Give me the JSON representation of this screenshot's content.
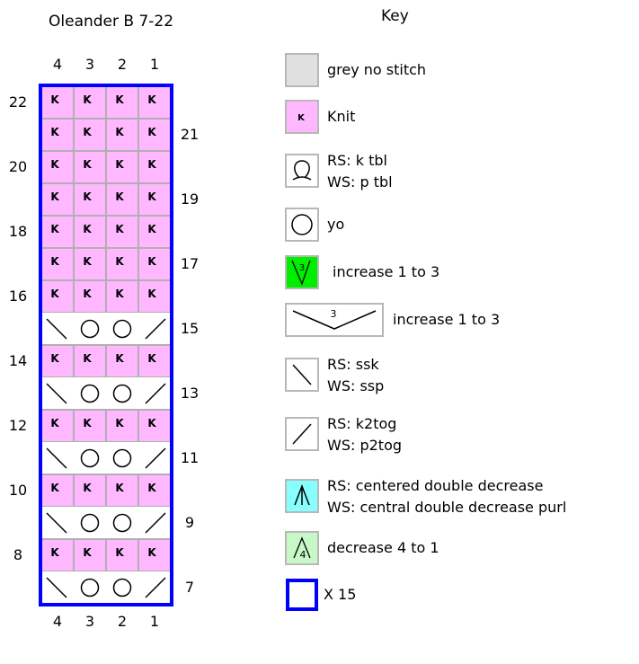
{
  "chart": {
    "title": "Oleander B 7-22",
    "columns": [
      "4",
      "3",
      "2",
      "1"
    ],
    "repeat_color": "#0000ff",
    "knit_color": "#ffb8ff",
    "grid_color": "#b0b0b0",
    "rows": [
      {
        "num": "22",
        "side": "left",
        "type": "knit"
      },
      {
        "num": "21",
        "side": "right",
        "type": "knit"
      },
      {
        "num": "20",
        "side": "left",
        "type": "knit"
      },
      {
        "num": "19",
        "side": "right",
        "type": "knit"
      },
      {
        "num": "18",
        "side": "left",
        "type": "knit"
      },
      {
        "num": "17",
        "side": "right",
        "type": "knit"
      },
      {
        "num": "16",
        "side": "left",
        "type": "knit"
      },
      {
        "num": "15",
        "side": "right",
        "type": "lace"
      },
      {
        "num": "14",
        "side": "left",
        "type": "knit"
      },
      {
        "num": "13",
        "side": "right",
        "type": "lace"
      },
      {
        "num": "12",
        "side": "left",
        "type": "knit"
      },
      {
        "num": "11",
        "side": "right",
        "type": "lace"
      },
      {
        "num": "10",
        "side": "left",
        "type": "knit"
      },
      {
        "num": "9",
        "side": "right",
        "type": "lace"
      },
      {
        "num": "8",
        "side": "left",
        "type": "knit"
      },
      {
        "num": "7",
        "side": "right",
        "type": "lace"
      }
    ],
    "knit_symbol": "K",
    "lace_stitches": [
      "ssk",
      "yo",
      "yo",
      "k2tog"
    ]
  },
  "key": {
    "title": "Key",
    "items": [
      {
        "symbol": "no-stitch",
        "color": "#e0e0e0",
        "lines": [
          "grey no stitch"
        ]
      },
      {
        "symbol": "knit",
        "color": "#ffb8ff",
        "glyph": "K",
        "lines": [
          "Knit"
        ]
      },
      {
        "symbol": "k-tbl",
        "color": "#ffffff",
        "lines": [
          "RS: k tbl",
          "WS: p tbl"
        ]
      },
      {
        "symbol": "yo",
        "color": "#ffffff",
        "lines": [
          "yo"
        ]
      },
      {
        "symbol": "inc-1-to-3",
        "color": "#00ee00",
        "glyph": "3",
        "lines": [
          "increase 1 to 3"
        ]
      },
      {
        "symbol": "inc-1-to-3-wide",
        "color": "#ffffff",
        "glyph": "3",
        "lines": [
          "increase 1 to 3"
        ]
      },
      {
        "symbol": "ssk",
        "color": "#ffffff",
        "lines": [
          "RS: ssk",
          "WS: ssp"
        ]
      },
      {
        "symbol": "k2tog",
        "color": "#ffffff",
        "lines": [
          "RS: k2tog",
          "WS: p2tog"
        ]
      },
      {
        "symbol": "cdd",
        "color": "#88ffff",
        "lines": [
          "RS: centered double decrease",
          "WS: central double decrease purl"
        ]
      },
      {
        "symbol": "dec-4-to-1",
        "color": "#c8f8c8",
        "glyph": "4",
        "lines": [
          "decrease 4 to 1"
        ]
      },
      {
        "symbol": "repeat",
        "color": "#ffffff",
        "lines": [
          "X 15"
        ]
      }
    ]
  }
}
